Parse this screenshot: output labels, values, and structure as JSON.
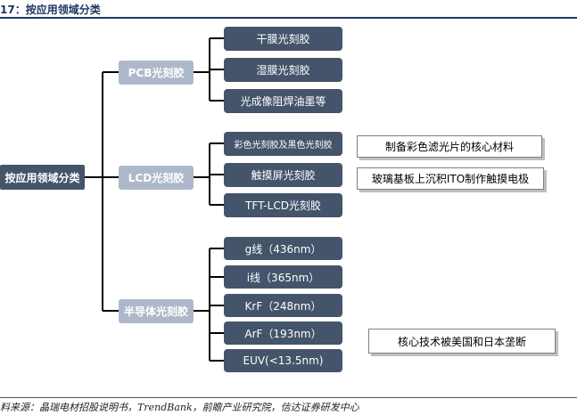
{
  "header": {
    "title": "17：按应用领域分类"
  },
  "root": {
    "label": "按应用领域分类"
  },
  "categories": [
    {
      "label": "PCB光刻胶",
      "leaves": [
        "干膜光刻胶",
        "湿膜光刻胶",
        "光成像阻焊油墨等"
      ]
    },
    {
      "label": "LCD光刻胶",
      "leaves": [
        "彩色光刻胶及黑色光刻胶",
        "触摸屏光刻胶",
        "TFT-LCD光刻胶"
      ]
    },
    {
      "label": "半导体光刻胶",
      "leaves": [
        "g线（436nm）",
        "i线（365nm）",
        "KrF（248nm）",
        "ArF（193nm）",
        "EUV(<13.5nm)"
      ]
    }
  ],
  "notes": [
    "制备彩色滤光片的核心材料",
    "玻璃基板上沉积ITO制作触摸电极",
    "核心技术被美国和日本垄断"
  ],
  "footer": {
    "source": "料来源：晶瑞电材招股说明书，TrendBank，前瞻产业研究院，信达证券研发中心"
  },
  "colors": {
    "dark_box": "#44546a",
    "category_box": "#adb9ca",
    "header_text": "#1f3864",
    "connector": "#000000"
  }
}
